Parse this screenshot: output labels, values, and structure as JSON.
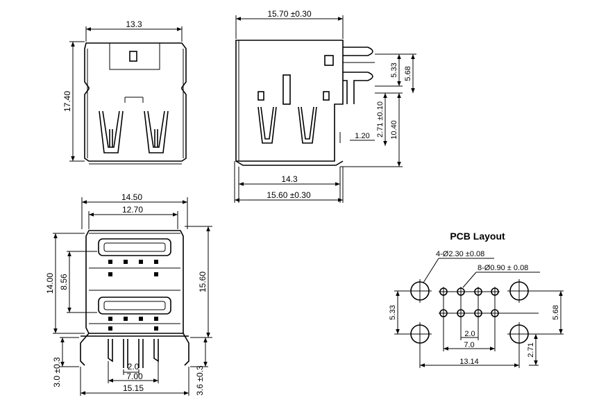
{
  "front_view": {
    "width_label": "13.3",
    "height_label": "17.40"
  },
  "side_view": {
    "width_label": "15.70 ±0.30",
    "pin_top_label": "5.33",
    "pin_top2_label": "5.68",
    "pin_offset_label": "2.71 ±0.10",
    "body_height_label": "10.40",
    "pin_depth_label": "1.20",
    "base_inner_label": "14.3",
    "base_outer_label": "15.60 ±0.30"
  },
  "bottom_view": {
    "outer_width_label": "14.50",
    "inner_width_label": "12.70",
    "outer_height_label": "14.00",
    "port_spacing_label": "8.56",
    "total_height_label": "15.60",
    "left_pin_label": "3.0 ±0.3",
    "pin_pitch_label": "2.0",
    "pin_span_label": "7.00",
    "base_width_label": "15.15",
    "right_pin_label": "3.6 ±0.3"
  },
  "pcb_layout": {
    "title": "PCB Layout",
    "mount_hole_label": "4-Ø2.30 ±0.08",
    "pin_hole_label": "8-Ø0.90 ± 0.08",
    "row_spacing_label": "5.33",
    "mount_spacing_label": "5.68",
    "pin_pitch_label": "2.0",
    "pin_span_label": "7.0",
    "mount_width_label": "13.14",
    "offset_label": "2.71"
  }
}
